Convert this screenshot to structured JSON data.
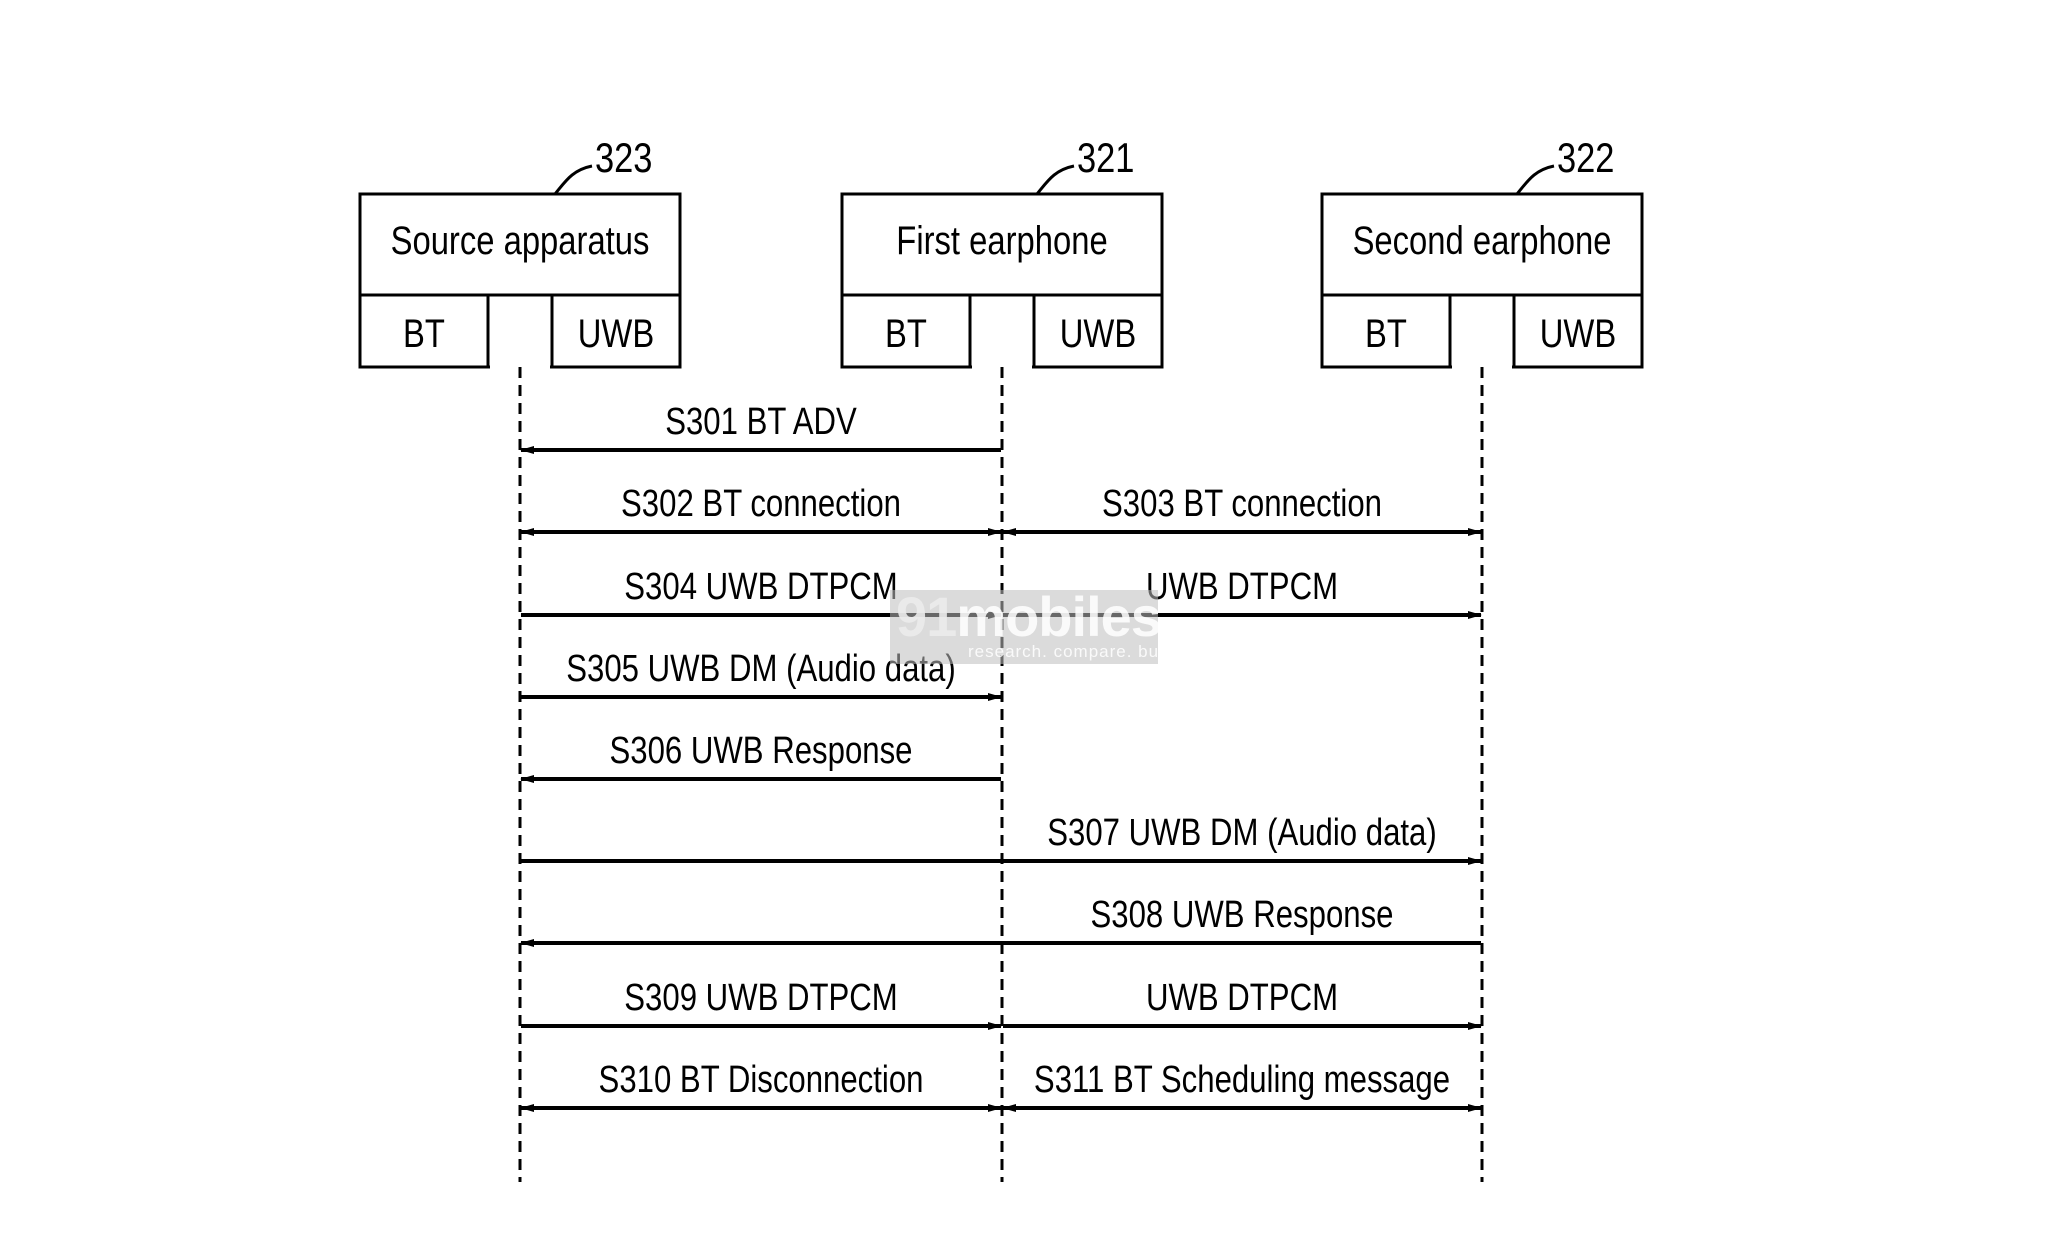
{
  "diagram": {
    "participants": [
      {
        "id": "source",
        "ref": "323",
        "name": "Source apparatus",
        "modules": [
          "BT",
          "UWB"
        ]
      },
      {
        "id": "first",
        "ref": "321",
        "name": "First earphone",
        "modules": [
          "BT",
          "UWB"
        ]
      },
      {
        "id": "second",
        "ref": "322",
        "name": "Second earphone",
        "modules": [
          "BT",
          "UWB"
        ]
      }
    ],
    "messages": [
      {
        "label": "S301 BT ADV",
        "segments": [
          {
            "from": "first",
            "to": "source",
            "label": "S301 BT ADV",
            "type": "left"
          }
        ]
      },
      {
        "label": "S302/S303",
        "segments": [
          {
            "from": "source",
            "to": "first",
            "label": "S302 BT connection",
            "type": "both"
          },
          {
            "from": "first",
            "to": "second",
            "label": "S303 BT connection",
            "type": "both"
          }
        ]
      },
      {
        "label": "S304",
        "segments": [
          {
            "from": "source",
            "to": "first",
            "label": "S304 UWB DTPCM",
            "type": "right"
          },
          {
            "from": "first",
            "to": "second",
            "label": "UWB DTPCM",
            "type": "right"
          }
        ]
      },
      {
        "label": "S305",
        "segments": [
          {
            "from": "source",
            "to": "first",
            "label": "S305 UWB DM (Audio data)",
            "type": "right"
          }
        ]
      },
      {
        "label": "S306",
        "segments": [
          {
            "from": "first",
            "to": "source",
            "label": "S306 UWB Response",
            "type": "left"
          }
        ]
      },
      {
        "label": "S307",
        "segments": [
          {
            "from": "source",
            "to": "second",
            "label": "S307 UWB DM (Audio data)",
            "type": "right",
            "label_span": "first-second"
          }
        ]
      },
      {
        "label": "S308",
        "segments": [
          {
            "from": "second",
            "to": "source",
            "label": "S308 UWB Response",
            "type": "left",
            "label_span": "first-second"
          }
        ]
      },
      {
        "label": "S309",
        "segments": [
          {
            "from": "source",
            "to": "first",
            "label": "S309 UWB DTPCM",
            "type": "right"
          },
          {
            "from": "first",
            "to": "second",
            "label": "UWB DTPCM",
            "type": "right"
          }
        ]
      },
      {
        "label": "S310/S311",
        "segments": [
          {
            "from": "source",
            "to": "first",
            "label": "S310 BT Disconnection",
            "type": "both"
          },
          {
            "from": "first",
            "to": "second",
            "label": "S311 BT Scheduling message",
            "type": "both"
          }
        ]
      }
    ]
  },
  "watermark": {
    "brand_number": "91",
    "brand_name": "mobiles",
    "tagline": "research. compare. buy."
  }
}
